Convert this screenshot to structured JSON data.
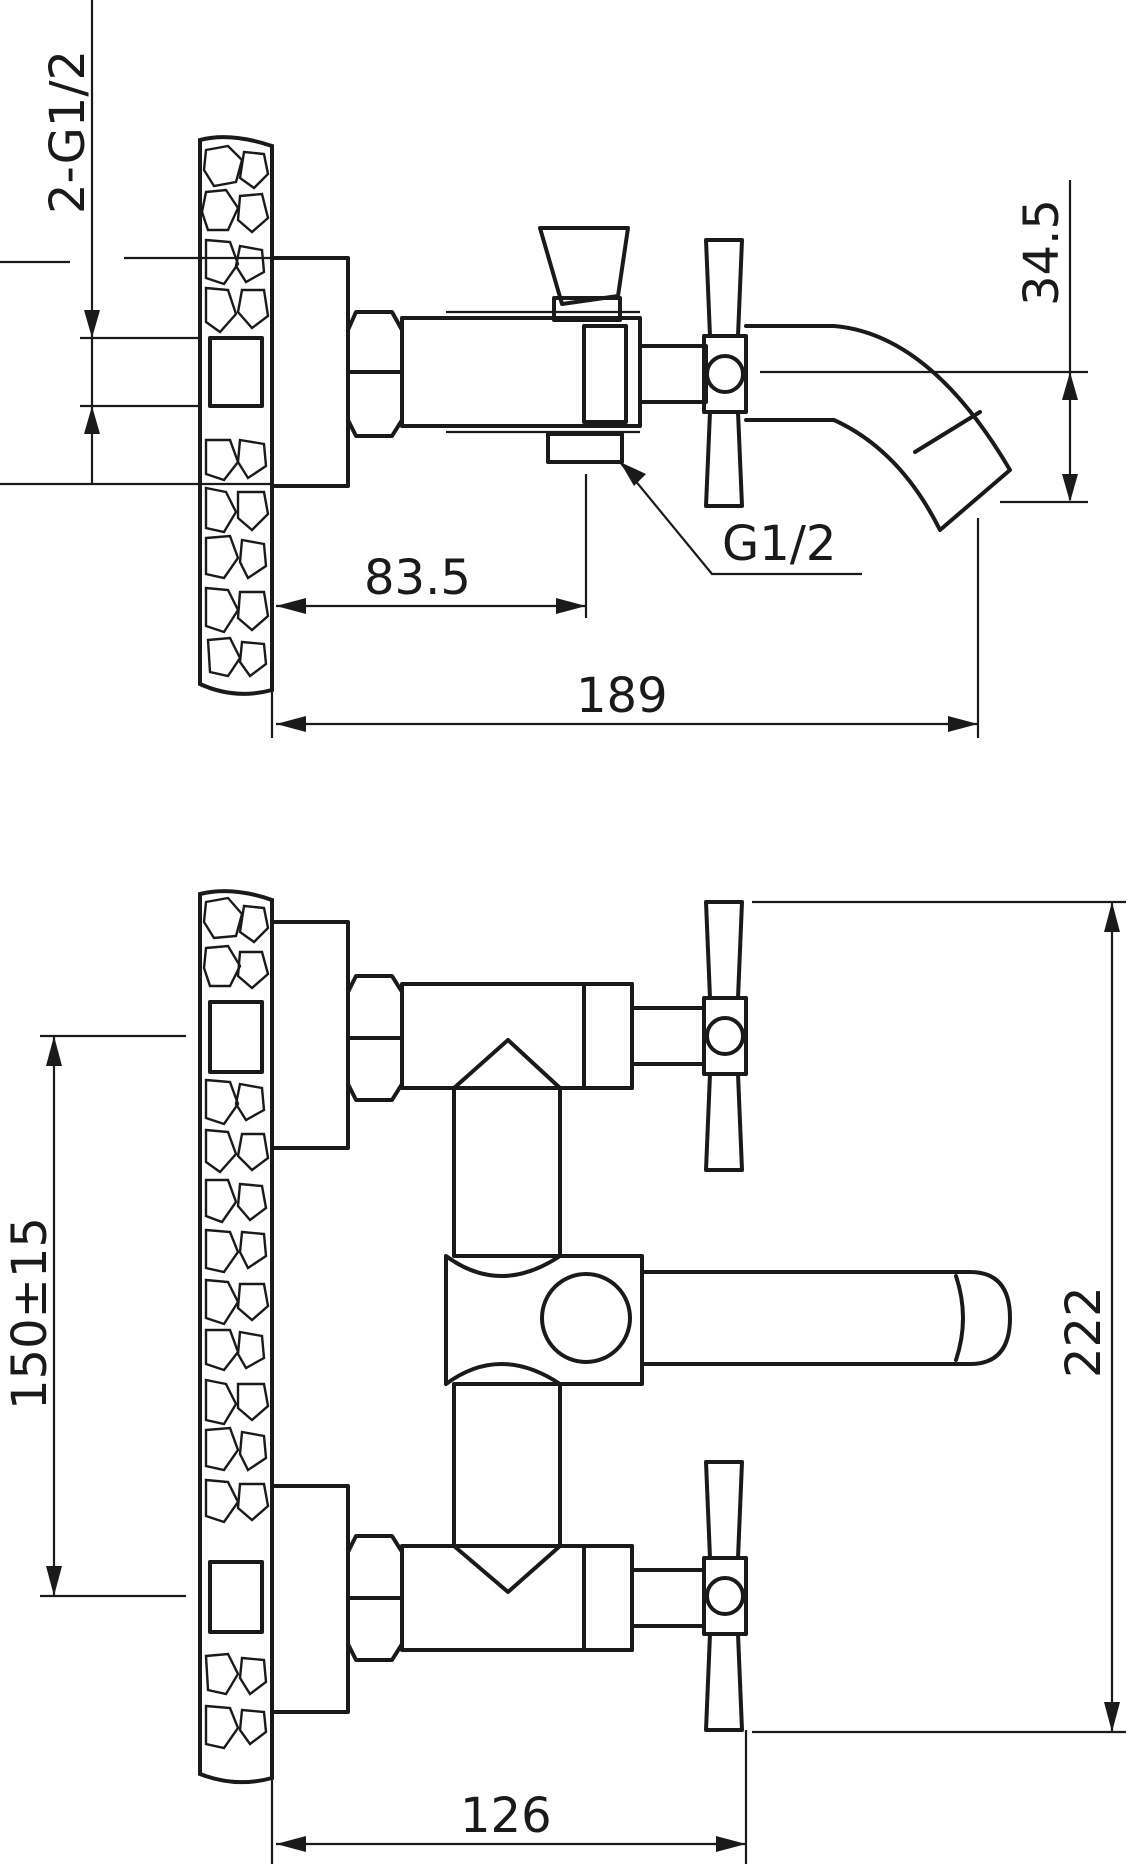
{
  "side_view": {
    "dim_inlets": "2-G1/2",
    "dim_spout_drop": "34.5",
    "dim_diverter_thread": "G1/2",
    "dim_wall_to_diverter": "83.5",
    "dim_wall_to_spout": "189"
  },
  "front_view": {
    "dim_center_distance": "150±15",
    "dim_total_height": "222",
    "dim_projection": "126"
  },
  "colors": {
    "line": "#1a1a1a",
    "paper": "#ffffff"
  }
}
